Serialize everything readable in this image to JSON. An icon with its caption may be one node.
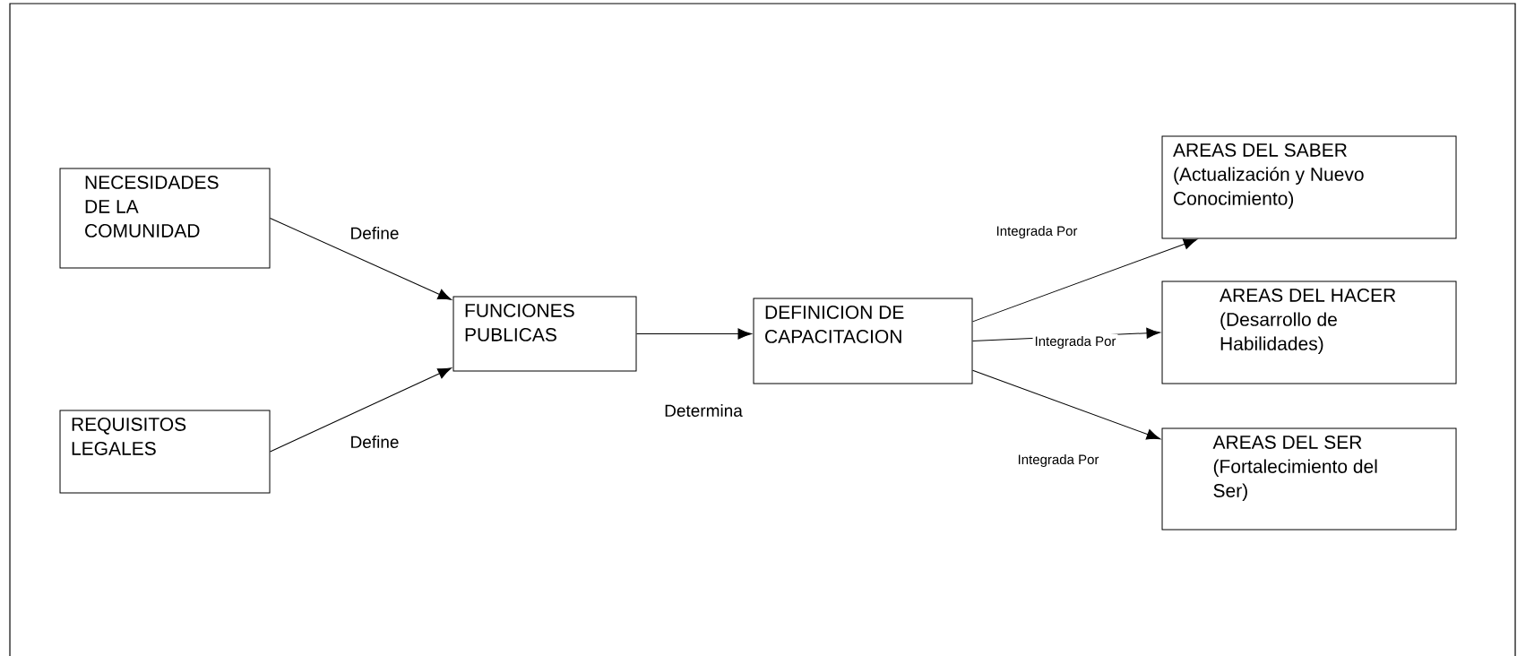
{
  "diagram": {
    "nodes": [
      {
        "text": [
          "NECESIDADES DE LA COMUNIDAD"
        ]
      },
      {
        "text": [
          "REQUISITOS LEGALES"
        ]
      },
      {
        "text": [
          "FUNCIONES PUBLICAS"
        ]
      },
      {
        "text": [
          "DEFINICION DE CAPACITACION"
        ]
      },
      {
        "text": [
          "AREAS DEL SABER (Actualización y Nuevo Conocimiento)"
        ]
      },
      {
        "text": [
          "AREAS DEL HACER (Desarrollo de Habilidades)"
        ]
      },
      {
        "text": [
          "AREAS DEL SER (Fortalecimiento del Ser)"
        ]
      }
    ],
    "edges": [
      {
        "from": 0,
        "to": 2,
        "arrow": "to",
        "label": "Define"
      },
      {
        "from": 1,
        "to": 2,
        "arrow": "to",
        "label": "Define"
      },
      {
        "from": 2,
        "to": 3,
        "arrow": "to",
        "label": "Determina"
      },
      {
        "from": 3,
        "to": 4,
        "arrow": "to",
        "label": "Integrada Por"
      },
      {
        "from": 3,
        "to": 5,
        "arrow": "to",
        "label": "Integrada Por"
      },
      {
        "from": 3,
        "to": 6,
        "arrow": "to",
        "label": "Integrada Por"
      }
    ]
  }
}
